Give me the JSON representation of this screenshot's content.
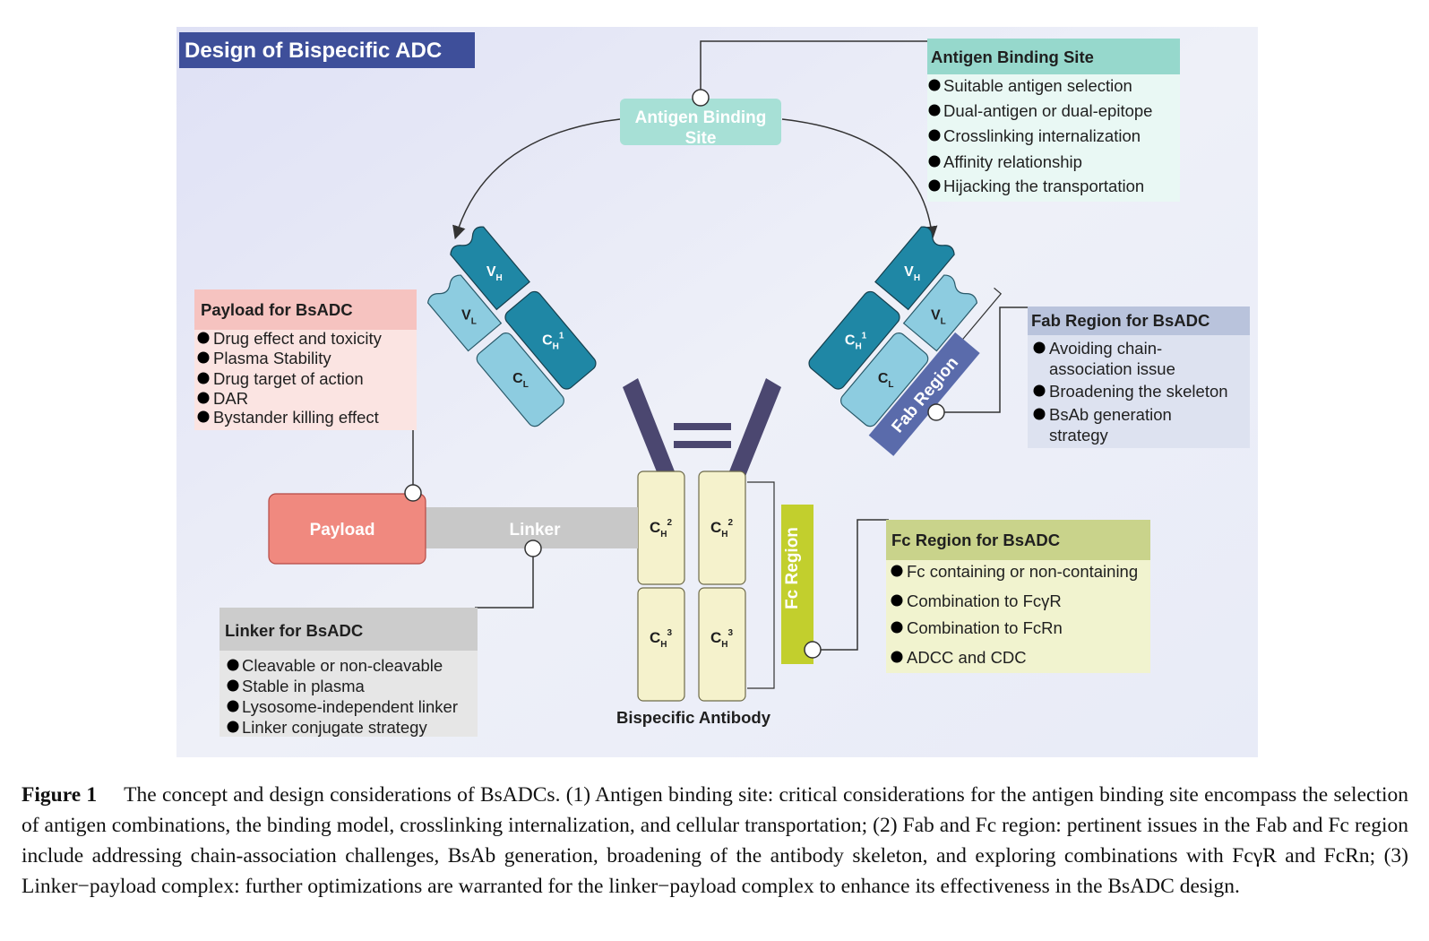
{
  "figure": {
    "title": "Design of Bispecific ADC",
    "antigen_site_label_line1": "Antigen Binding",
    "antigen_site_label_line2": "Site",
    "antibody_label": "Bispecific Antibody",
    "fab_region_label": "Fab Region",
    "fc_region_label": "Fc Region",
    "payload_label": "Payload",
    "linker_label": "Linker",
    "domains": {
      "vh": "V",
      "vh_sub": "H",
      "vl": "V",
      "vl_sub": "L",
      "ch1": "C",
      "ch1_sub": "H",
      "ch1_sup": "1",
      "cl": "C",
      "cl_sub": "L",
      "ch2": "C",
      "ch2_sub": "H",
      "ch2_sup": "2",
      "ch3": "C",
      "ch3_sub": "H",
      "ch3_sup": "3"
    },
    "boxes": {
      "antigen": {
        "header": "Antigen Binding Site",
        "items": [
          "Suitable antigen selection",
          "Dual-antigen or dual-epitope",
          "Crosslinking internalization",
          "Affinity relationship",
          "Hijacking the transportation"
        ]
      },
      "payload": {
        "header": "Payload for BsADC",
        "items": [
          "Drug effect and toxicity",
          "Plasma Stability",
          "Drug target of action",
          "DAR",
          "Bystander killing effect"
        ]
      },
      "fab": {
        "header": "Fab Region for BsADC",
        "item1_line1": "Avoiding chain-",
        "item1_line2": "association issue",
        "item2": "Broadening the skeleton",
        "item3_line1": "BsAb generation",
        "item3_line2": "strategy"
      },
      "fc": {
        "header": "Fc Region for BsADC",
        "items": [
          "Fc containing or non-containing",
          "Combination to FcγR",
          "Combination to FcRn",
          "ADCC and CDC"
        ]
      },
      "linker": {
        "header": "Linker for BsADC",
        "items": [
          "Cleavable or non-cleavable",
          "Stable in plasma",
          "Lysosome-independent linker",
          "Linker conjugate strategy"
        ]
      }
    },
    "colors": {
      "vh_dark": "#1f87a5",
      "vl_light": "#8dcce0",
      "fc_domain": "#f5f2cc",
      "hinge": "#4b4770",
      "payload": "#f0897f",
      "linker": "#c8c8c8",
      "antigen_box": "#96d8cc",
      "fab_band": "#5a6bab",
      "fc_band": "#c2cf2d",
      "title_bg": "#3e4f9a"
    }
  },
  "caption": {
    "label": "Figure 1",
    "text": "The concept and design considerations of BsADCs. (1) Antigen binding site: critical considerations for the antigen binding site encompass the selection of antigen combinations, the binding model, crosslinking internalization, and cellular transportation; (2) Fab and Fc region: pertinent issues in the Fab and Fc region include addressing chain-association challenges, BsAb generation, broadening of the antibody skeleton, and exploring combinations with FcγR and FcRn; (3) Linker−payload complex: further optimizations are warranted for the linker−payload complex to enhance its effectiveness in the BsADC design."
  }
}
